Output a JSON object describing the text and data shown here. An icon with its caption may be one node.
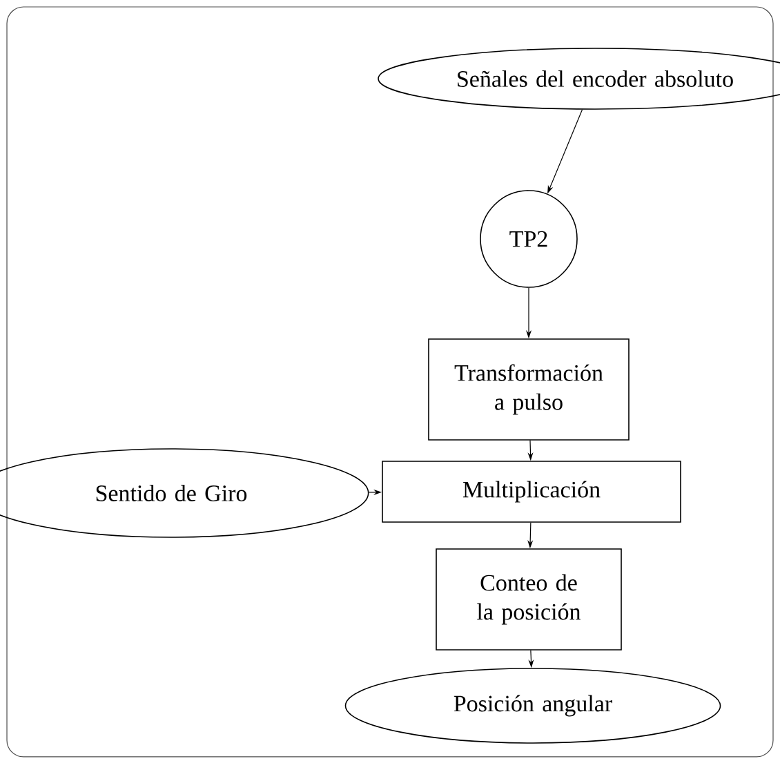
{
  "diagram": {
    "nodes": [
      {
        "text": [
          "Señales del encoder absoluto"
        ]
      },
      {
        "text": [
          "TP2"
        ]
      },
      {
        "text": [
          "Transformación a pulso"
        ]
      },
      {
        "text": [
          "Sentido de Giro"
        ]
      },
      {
        "text": [
          "Multiplicación"
        ]
      },
      {
        "text": [
          "Conteo de la posición"
        ]
      },
      {
        "text": [
          "Posición angular"
        ]
      }
    ],
    "edges": [
      {
        "from": 0,
        "to": 1,
        "arrow": "to"
      },
      {
        "from": 1,
        "to": 2,
        "arrow": "to"
      },
      {
        "from": 2,
        "to": 4,
        "arrow": "to"
      },
      {
        "from": 3,
        "to": 4,
        "arrow": "to"
      },
      {
        "from": 4,
        "to": 5,
        "arrow": "to"
      },
      {
        "from": 5,
        "to": 6,
        "arrow": "to"
      }
    ]
  }
}
